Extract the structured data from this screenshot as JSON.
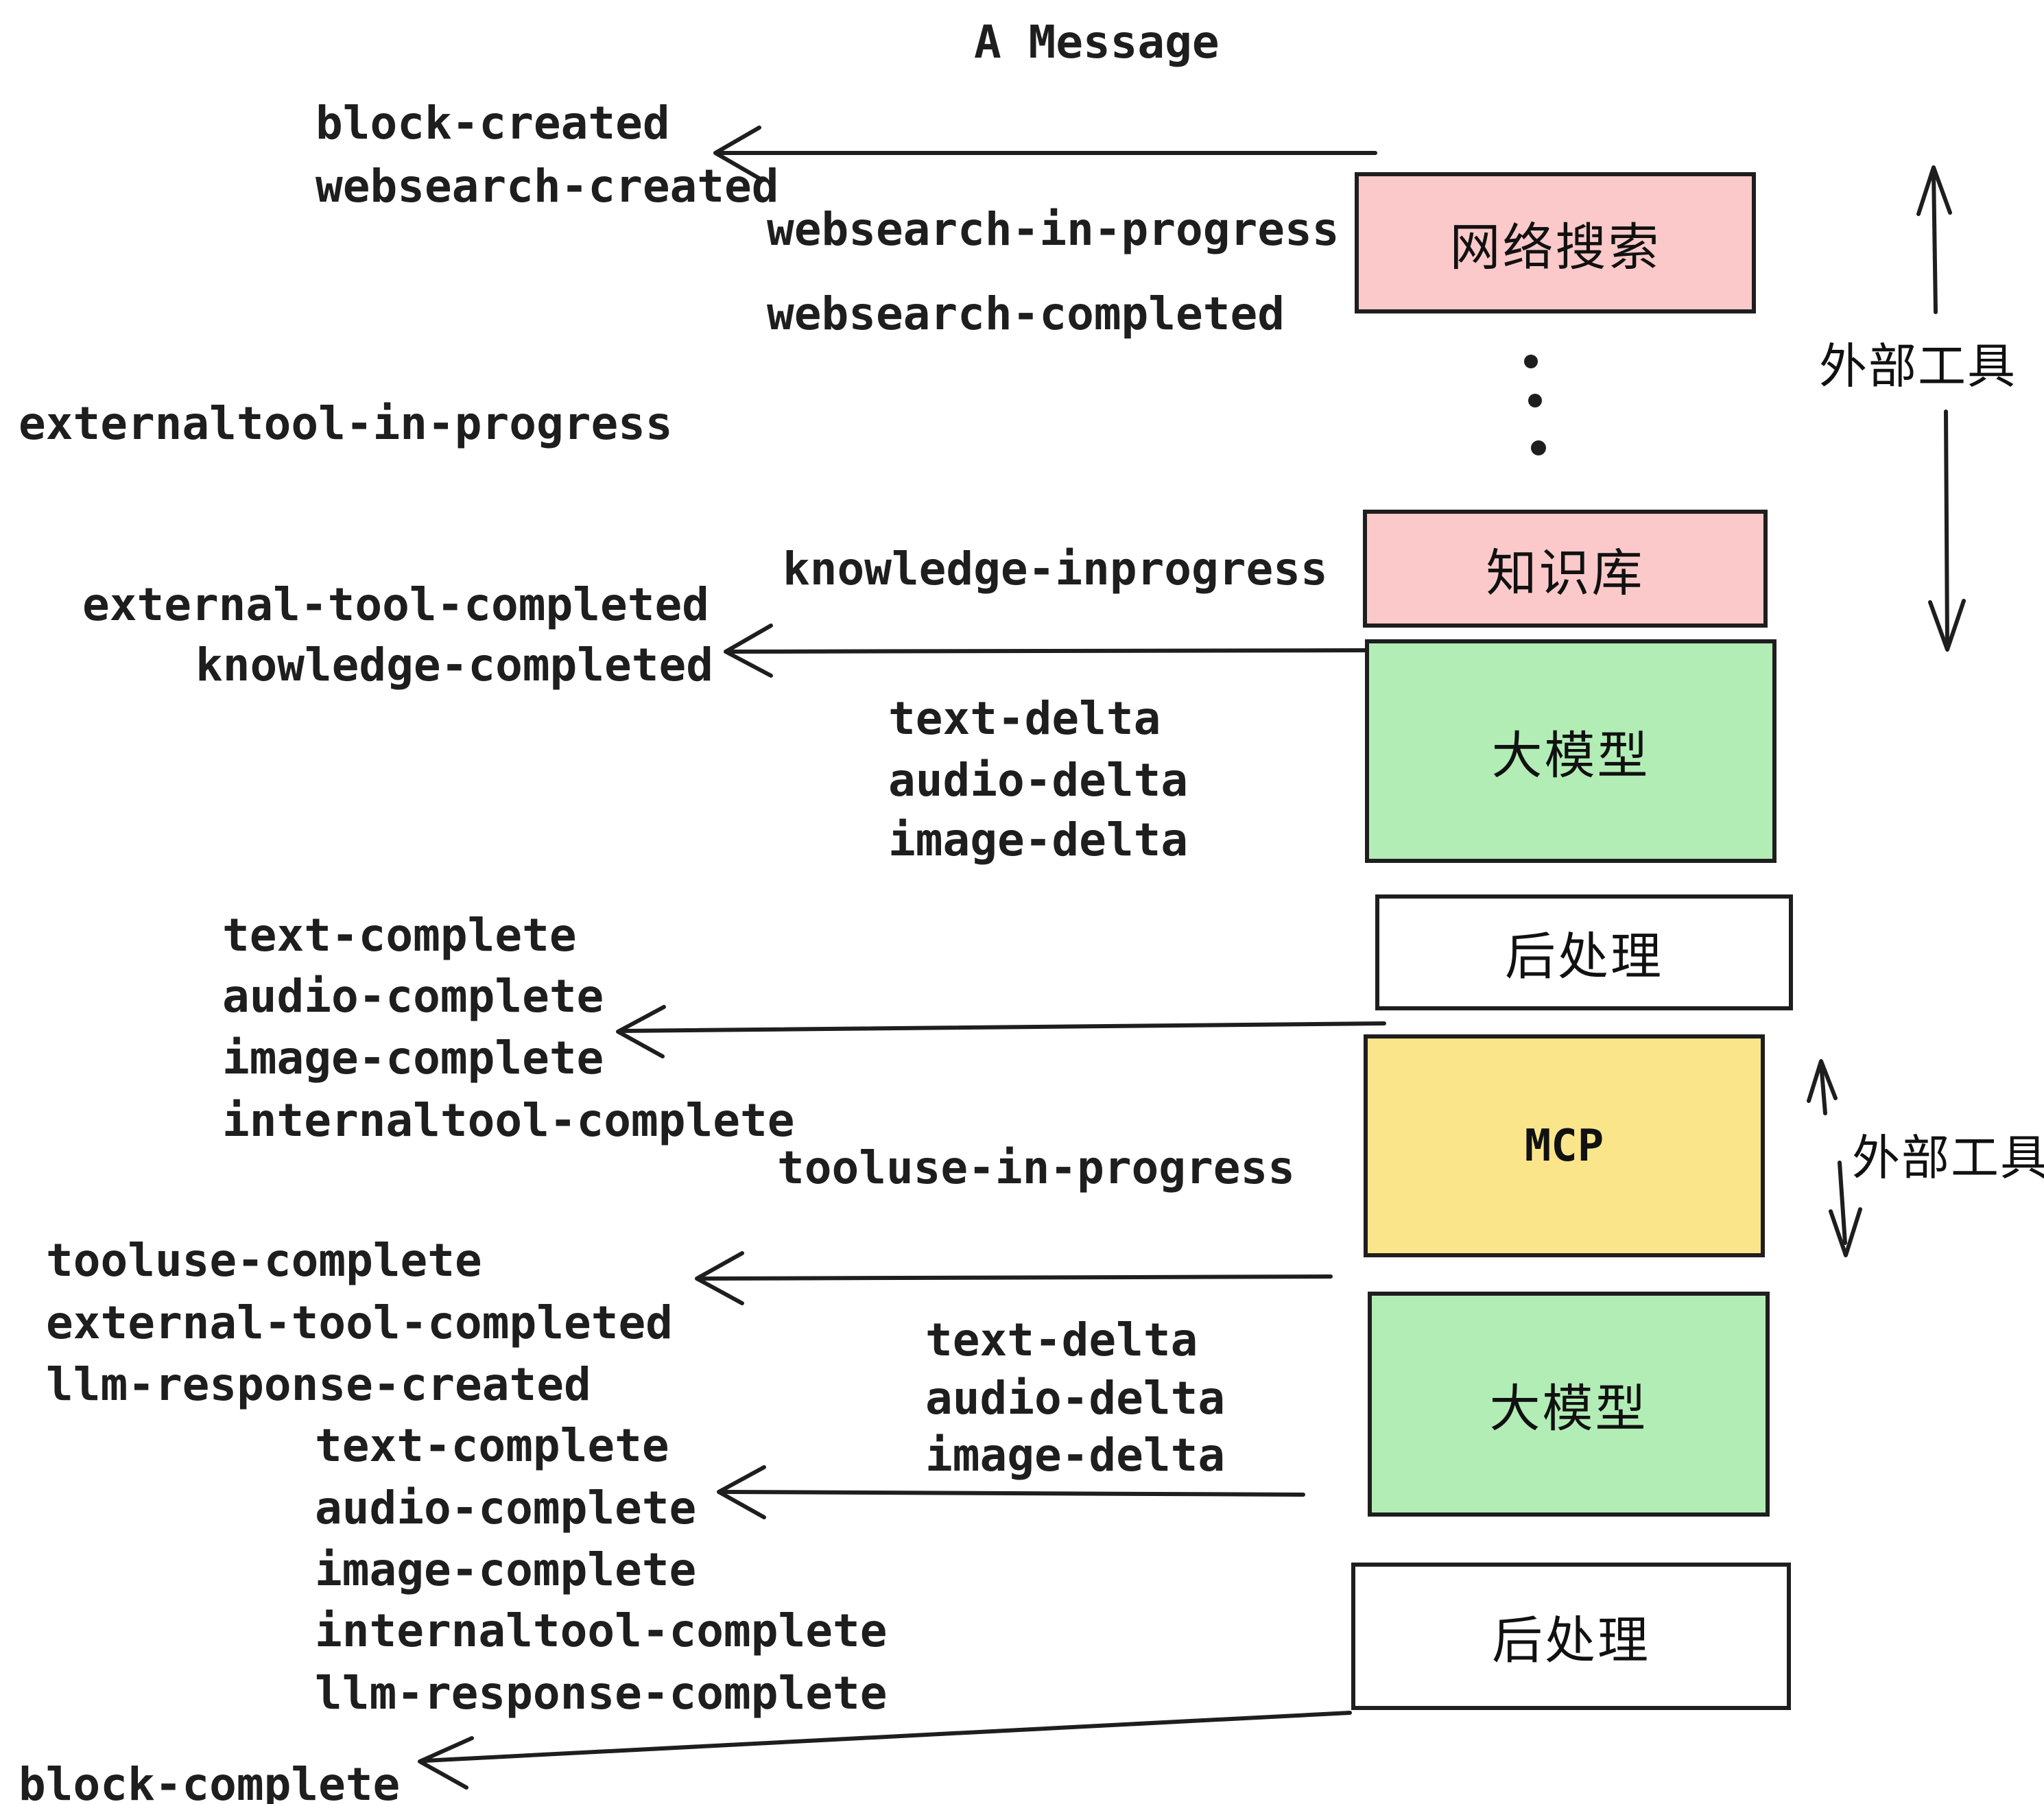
{
  "title": "A Message",
  "colors": {
    "ink": "#1e1e1e",
    "pink": "#FBC9C9",
    "green": "#B2EDB6",
    "yellow": "#FAE58A",
    "white": "#FFFFFF"
  },
  "events": [
    {
      "text": "block-created"
    },
    {
      "text": "websearch-created"
    },
    {
      "text": "websearch-in-progress"
    },
    {
      "text": "websearch-completed"
    },
    {
      "text": "externaltool-in-progress"
    },
    {
      "text": "knowledge-inprogress"
    },
    {
      "text": "external-tool-completed"
    },
    {
      "text": "knowledge-completed"
    },
    {
      "text": "text-delta"
    },
    {
      "text": "audio-delta"
    },
    {
      "text": "image-delta"
    },
    {
      "text": "text-complete"
    },
    {
      "text": "audio-complete"
    },
    {
      "text": "image-complete"
    },
    {
      "text": "internaltool-complete"
    },
    {
      "text": "tooluse-in-progress"
    },
    {
      "text": "tooluse-complete"
    },
    {
      "text": "external-tool-completed"
    },
    {
      "text": "llm-response-created"
    },
    {
      "text": "text-delta"
    },
    {
      "text": "audio-delta"
    },
    {
      "text": "image-delta"
    },
    {
      "text": "text-complete"
    },
    {
      "text": "audio-complete"
    },
    {
      "text": "image-complete"
    },
    {
      "text": "internaltool-complete"
    },
    {
      "text": "llm-response-complete"
    },
    {
      "text": "block-complete"
    }
  ],
  "boxes": [
    {
      "label": "网络搜索",
      "color": "pink"
    },
    {
      "label": "知识库",
      "color": "pink"
    },
    {
      "label": "大模型",
      "color": "green"
    },
    {
      "label": "后处理",
      "color": "white"
    },
    {
      "label": "MCP",
      "color": "yellow"
    },
    {
      "label": "大模型",
      "color": "green"
    },
    {
      "label": "后处理",
      "color": "white"
    }
  ],
  "side_labels": [
    {
      "text": "外部工具"
    },
    {
      "text": "外部工具"
    }
  ]
}
